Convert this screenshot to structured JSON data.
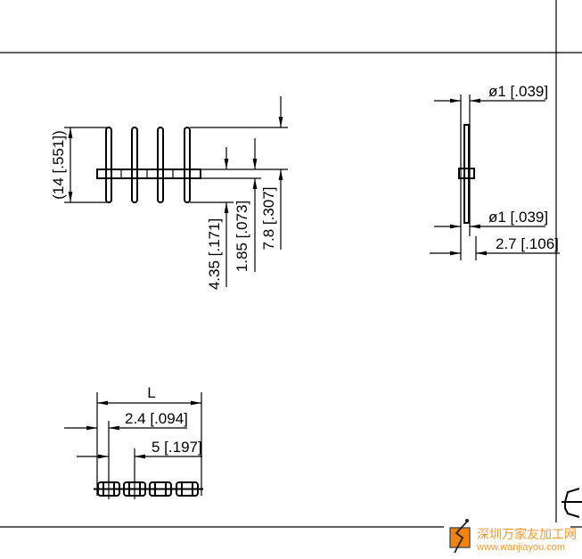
{
  "drawing": {
    "front_view": {
      "height_dim": "(14 [.551])",
      "dim_a": "7.8 [.307]",
      "dim_b": "1.85 [.073]",
      "dim_c": "4.35 [.171]"
    },
    "side_view": {
      "pin_dia_top": "ø1 [.039]",
      "pin_dia_bottom": "ø1 [.039]",
      "body_width": "2.7 [.106]"
    },
    "bottom_view": {
      "length": "L",
      "offset": "2.4 [.094]",
      "pitch": "5 [.197]"
    }
  },
  "watermark": {
    "name": "深圳万家友加工网",
    "url": "www.wanjiayou.com",
    "color": "#f39a2a"
  }
}
